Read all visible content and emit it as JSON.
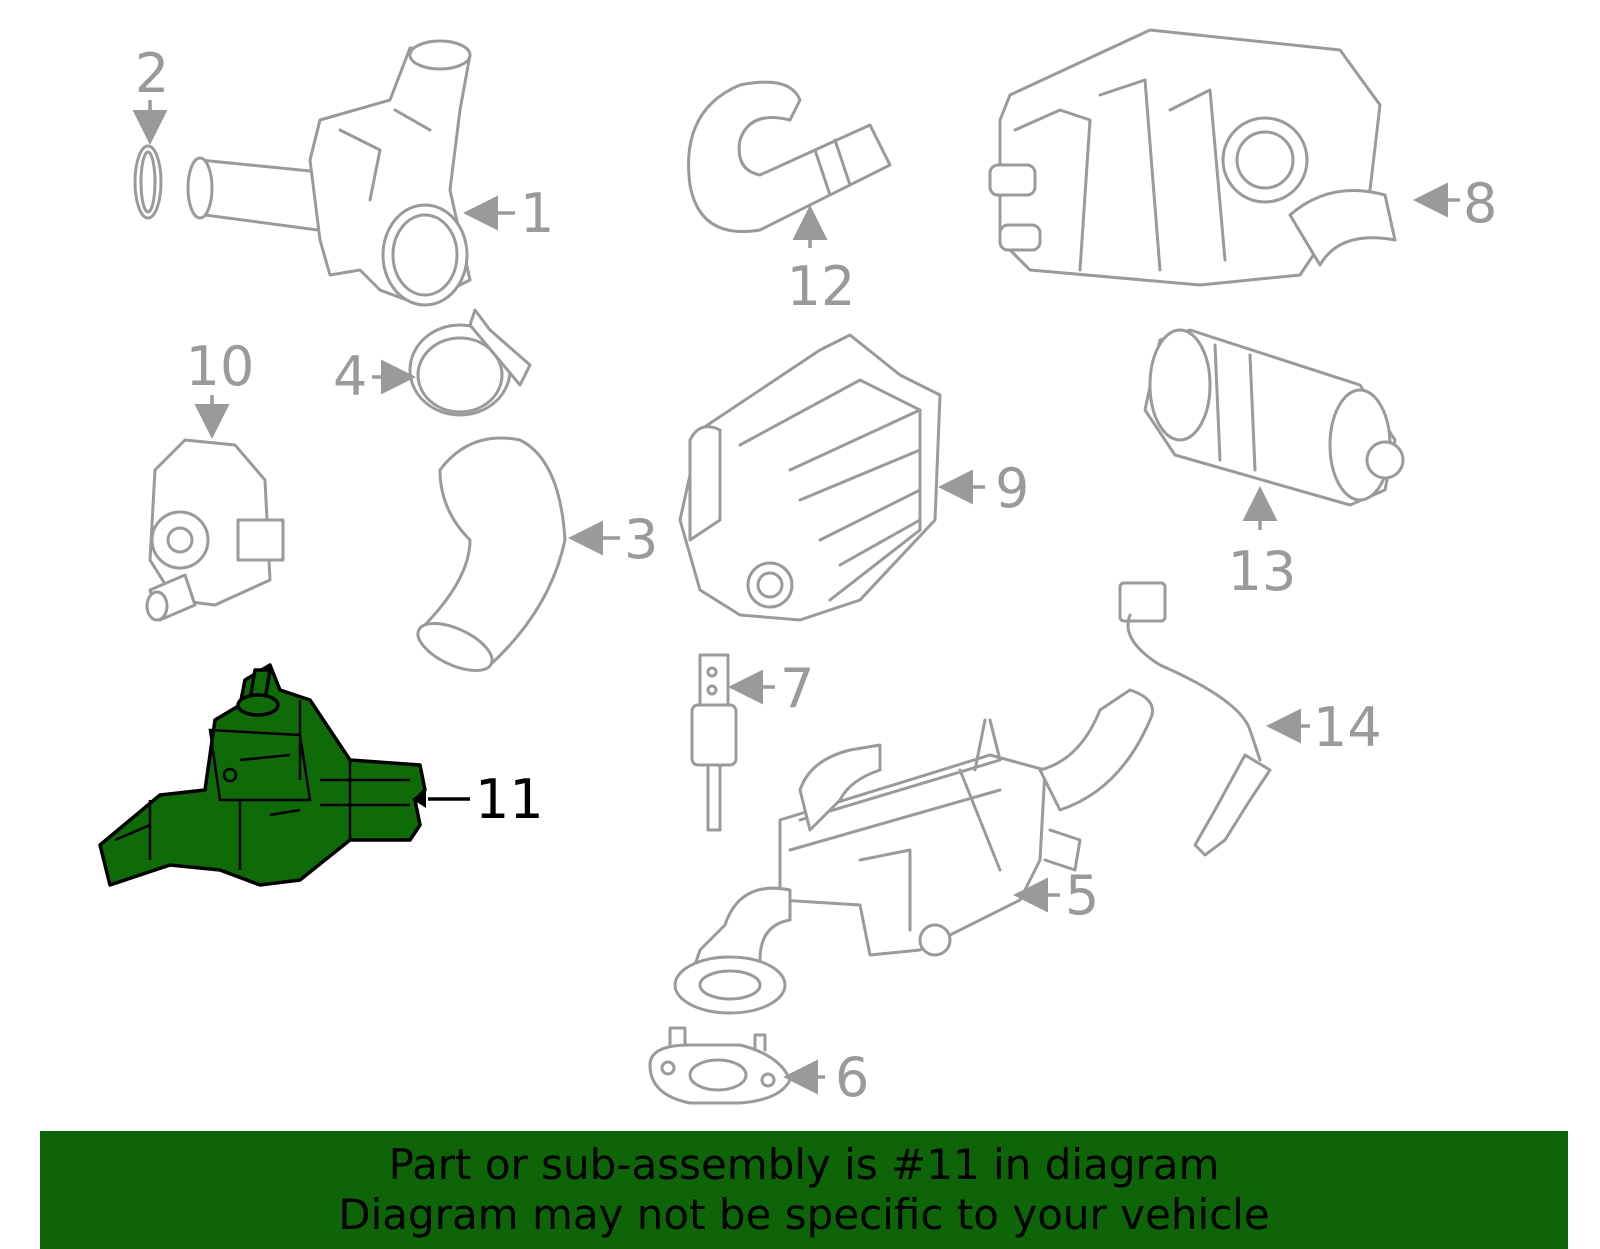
{
  "callouts": {
    "c1": "1",
    "c2": "2",
    "c3": "3",
    "c4": "4",
    "c5": "5",
    "c6": "6",
    "c7": "7",
    "c8": "8",
    "c9": "9",
    "c10": "10",
    "c11": "11",
    "c12": "12",
    "c13": "13",
    "c14": "14"
  },
  "highlight": {
    "part": "11",
    "color": "#0f6b08"
  },
  "banner": {
    "line1": "Part or sub-assembly is #11 in diagram",
    "line2": "Diagram may not be specific to your vehicle",
    "color": "#0e6508"
  }
}
